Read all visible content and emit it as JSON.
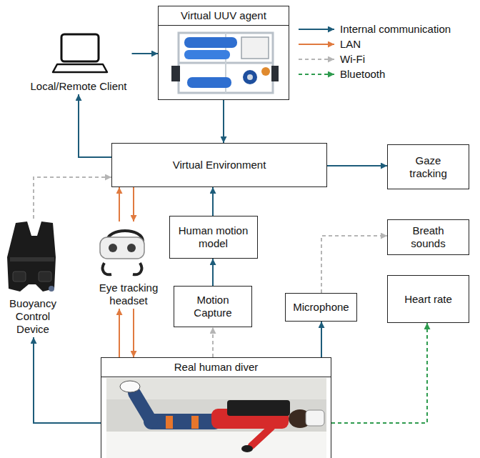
{
  "diagram": {
    "nodes": [
      {
        "text": [
          "Virtual UUV agent"
        ]
      },
      {
        "text": [
          "Local/Remote Client"
        ]
      },
      {
        "text": [
          "Virtual Environment"
        ]
      },
      {
        "text": [
          "Gaze tracking"
        ]
      },
      {
        "text": [
          "Buoyancy Control Device"
        ]
      },
      {
        "text": [
          "Eye tracking headset"
        ]
      },
      {
        "text": [
          "Human motion model"
        ]
      },
      {
        "text": [
          "Breath sounds"
        ]
      },
      {
        "text": [
          "Motion Capture"
        ]
      },
      {
        "text": [
          "Microphone"
        ]
      },
      {
        "text": [
          "Heart rate"
        ]
      },
      {
        "text": [
          "Real human diver"
        ]
      }
    ],
    "edges": [
      {
        "from": 1,
        "to": 0,
        "arrow": "to"
      },
      {
        "from": 0,
        "to": 2,
        "arrow": "to"
      },
      {
        "from": 2,
        "to": 1,
        "arrow": "to"
      },
      {
        "from": 2,
        "to": 3,
        "arrow": "to"
      },
      {
        "from": 4,
        "to": 2,
        "arrow": "to"
      },
      {
        "from": 5,
        "to": 2,
        "arrow": "to"
      },
      {
        "from": 2,
        "to": 5,
        "arrow": "to"
      },
      {
        "from": 6,
        "to": 2,
        "arrow": "to"
      },
      {
        "from": 8,
        "to": 6,
        "arrow": "to"
      },
      {
        "from": 11,
        "to": 8,
        "arrow": "to"
      },
      {
        "from": 11,
        "to": 5,
        "arrow": "to"
      },
      {
        "from": 5,
        "to": 11,
        "arrow": "to"
      },
      {
        "from": 11,
        "to": 4,
        "arrow": "to"
      },
      {
        "from": 11,
        "to": 9,
        "arrow": "to"
      },
      {
        "from": 9,
        "to": 7,
        "arrow": "to"
      },
      {
        "from": 11,
        "to": 10,
        "arrow": "to"
      }
    ],
    "legend": [
      {
        "text": "Internal communication"
      },
      {
        "text": "LAN"
      },
      {
        "text": "Wi-Fi"
      },
      {
        "text": "Bluetooth"
      }
    ]
  }
}
